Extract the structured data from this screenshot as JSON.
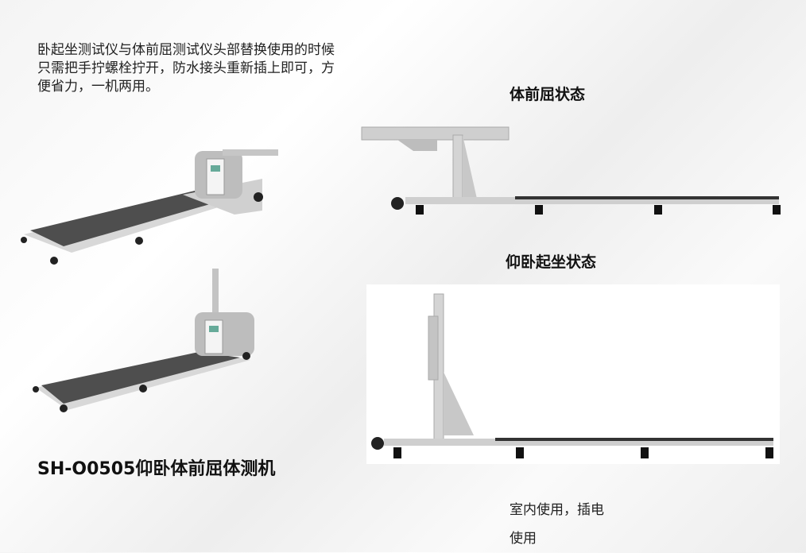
{
  "description": "卧起坐测试仪与体前屈测试仪头部替换使用的时候只需把手拧螺栓拧开，防水接头重新插上即可，方便省力，一机两用。",
  "states": {
    "sit_reach": "体前屈状态",
    "sit_up": "仰卧起坐状态"
  },
  "model_title": "SH-O0505仰卧体前屈体测机",
  "note_lines": [
    "室内使用，插电",
    "使用"
  ],
  "colors": {
    "metal": "#c8c8c8",
    "mat": "#4a4a4a",
    "feet": "#1a1a1a"
  }
}
